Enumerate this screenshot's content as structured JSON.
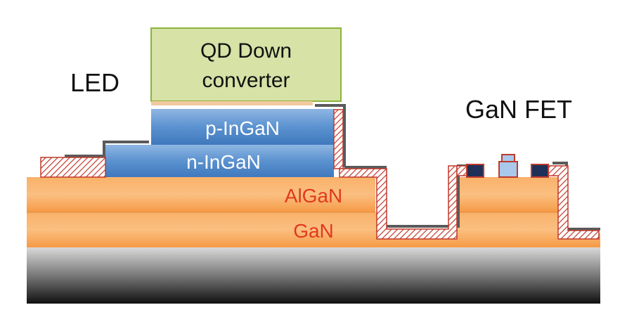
{
  "labels": {
    "led": "LED",
    "qd": [
      "QD Down",
      "converter"
    ],
    "p_ingan": "p-InGaN",
    "n_ingan": "n-InGaN",
    "algan": "AlGaN",
    "gan": "GaN",
    "fet": "GaN FET"
  },
  "colors": {
    "qd_fill": "#d6e2a6",
    "qd_border": "#8db33b",
    "ingan": "#5b92cf",
    "orange": "#f7a65c",
    "contact_red": "#c0392b",
    "metal_gray": "#5a5a5a",
    "gate_blue": "#a9c8ec",
    "dark_contact": "#1f2f57"
  }
}
